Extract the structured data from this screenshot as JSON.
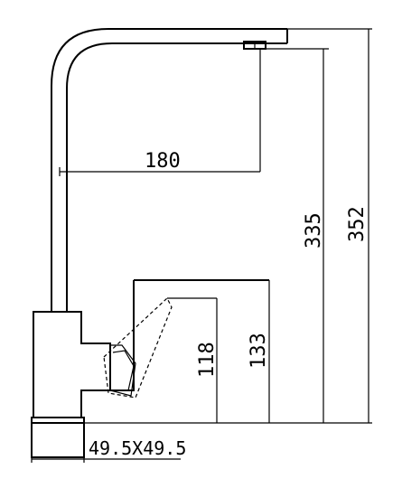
{
  "dimensions": {
    "reach": "180",
    "spout_height": "335",
    "total_height": "352",
    "lever_height": "118",
    "body_height": "133",
    "base_size": "49.5X49.5"
  }
}
